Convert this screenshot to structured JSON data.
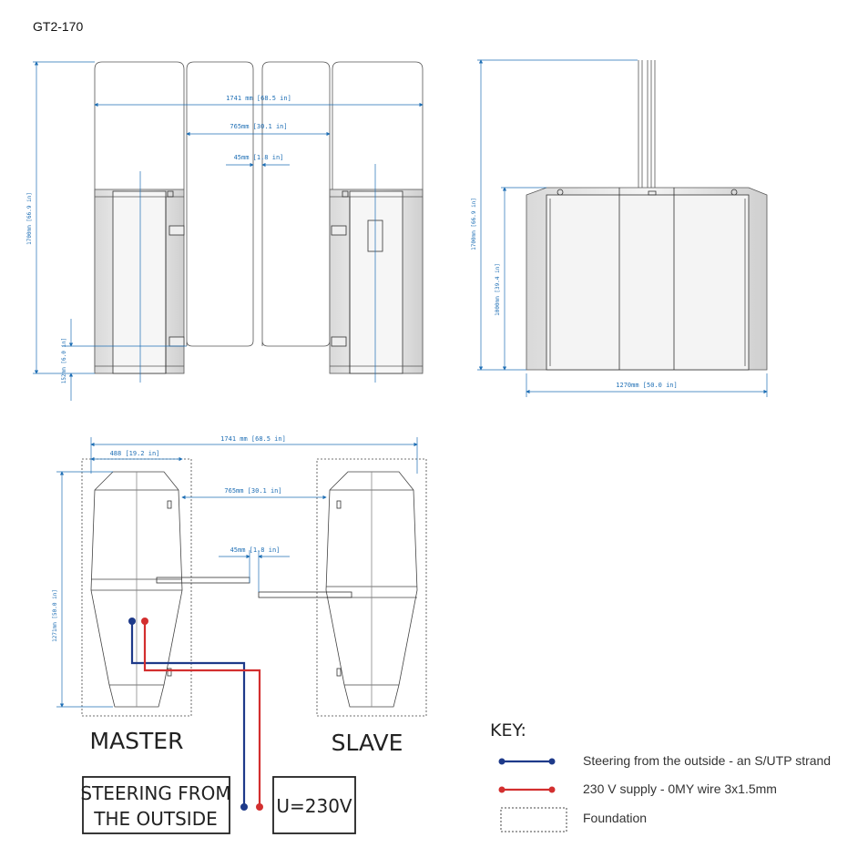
{
  "title": "GT2-170",
  "front_view": {
    "width_total": "1741 mm [68.5 in]",
    "passage": "765mm [30.1 in]",
    "gap": "45mm [1.8 in]",
    "height": "1700mm [66.9 in]",
    "base": "152mm [6.0 in]"
  },
  "side_view": {
    "height": "1700mm [66.9 in]",
    "cabinet_height": "1000mm [39.4 in]",
    "length": "1270mm [50.0 in]"
  },
  "top_view": {
    "width_total": "1741 mm [68.5 in]",
    "cabinet_width": "488 [19.2 in]",
    "passage": "765mm [30.1 in]",
    "gap": "45mm [1.8 in]",
    "length": "1271mm [50.0 in]"
  },
  "labels": {
    "master": "MASTER",
    "slave": "SLAVE",
    "steering_box_line1": "STEERING FROM",
    "steering_box_line2": "THE OUTSIDE",
    "supply_box": "U=230V"
  },
  "key": {
    "title": "KEY:",
    "items": [
      {
        "text": "Steering from the outside - an S/UTP strand",
        "color": "#1e3a8a"
      },
      {
        "text": "230 V supply - 0MY wire 3x1.5mm",
        "color": "#d32f2f"
      },
      {
        "text": "Foundation"
      }
    ]
  },
  "colors": {
    "dimension": "#1f6fb5",
    "steering_wire": "#1e3a8a",
    "supply_wire": "#d32f2f",
    "outline": "#333333"
  }
}
